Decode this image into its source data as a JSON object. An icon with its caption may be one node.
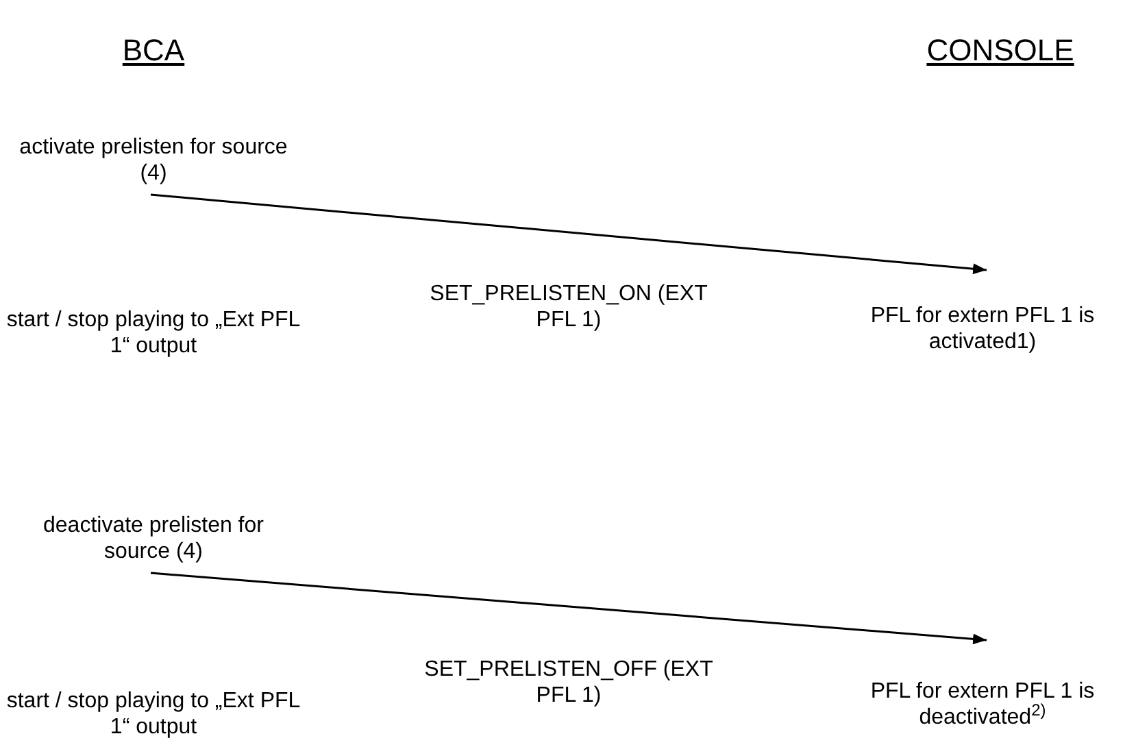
{
  "diagram": {
    "nodes": [
      {
        "text": [
          "activate prelisten for source (4)"
        ]
      },
      {
        "text": [
          "PFL for extern PFL 1 is activated1)"
        ]
      },
      {
        "text": [
          "deactivate prelisten for source (4)"
        ]
      },
      {
        "text": [
          "PFL for extern PFL 1 is deactivated$^{2)}$"
        ]
      }
    ],
    "edges": [
      {
        "from": 0,
        "to": 1,
        "arrow": "to",
        "label": "SET_PRELISTEN_ON (EXT PFL 1)"
      },
      {
        "from": 2,
        "to": 3,
        "arrow": "to",
        "label": "SET_PRELISTEN_OFF (EXT PFL 1)"
      }
    ],
    "labels": [
      "BCA",
      "CONSOLE",
      "start / stop playing to „Ext PFL 1“ output",
      "start / stop playing to „Ext PFL 1“ output"
    ]
  }
}
